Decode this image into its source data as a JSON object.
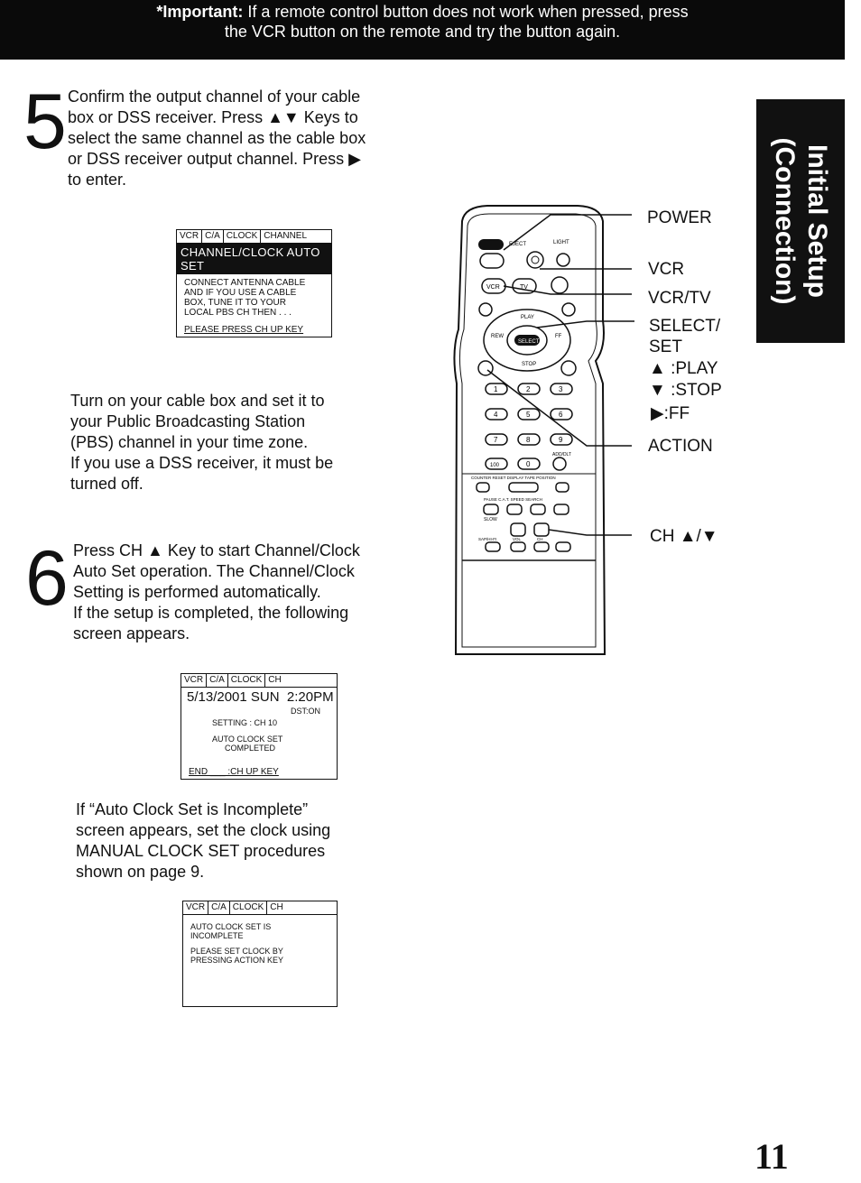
{
  "banner": {
    "important_label": "*Important:",
    "line1_rest": " If a remote control button does not work when pressed, press",
    "line2": "the VCR button on the remote and try the button again."
  },
  "side_tab": {
    "line1": "Initial Setup",
    "line2": "(Connection)"
  },
  "step5": {
    "number": "5",
    "lines": [
      "Confirm the output channel of your cable",
      "box or DSS receiver. Press ▲▼ Keys to",
      "select the same channel as the cable box",
      "or DSS receiver output channel. Press ▶",
      "to enter."
    ]
  },
  "screen1": {
    "tabs": [
      "VCR",
      "C/A",
      "CLOCK",
      "CHANNEL"
    ],
    "heading": "CHANNEL/CLOCK AUTO SET",
    "body": [
      "CONNECT ANTENNA CABLE",
      "AND IF YOU USE A CABLE",
      "BOX, TUNE IT TO YOUR",
      "LOCAL PBS CH THEN . . ."
    ],
    "footer": "PLEASE PRESS CH UP KEY"
  },
  "step5_note": {
    "lines": [
      "Turn on your cable box and set it to",
      "your Public Broadcasting Station",
      "(PBS) channel in your time zone.",
      "If you use a DSS receiver, it must be",
      "turned off."
    ]
  },
  "step6": {
    "number": "6",
    "lines": [
      "Press CH ▲ Key to start Channel/Clock",
      "Auto Set operation. The Channel/Clock",
      "Setting is performed automatically.",
      "If the setup is completed, the following",
      "screen appears."
    ]
  },
  "screen2": {
    "tabs": [
      "VCR",
      "C/A",
      "CLOCK",
      "CH"
    ],
    "datetime": "5/13/2001 SUN  2:20PM",
    "dst": "DST:ON",
    "setting": "SETTING : CH 10",
    "complete": [
      "AUTO CLOCK SET",
      "COMPLETED"
    ],
    "footer": "END ___ :CH UP KEY"
  },
  "incomplete_note": {
    "lines": [
      "If “Auto Clock Set is Incomplete”",
      "screen appears, set the clock using",
      "MANUAL CLOCK SET procedures",
      "shown on page 9."
    ]
  },
  "screen3": {
    "tabs": [
      "VCR",
      "C/A",
      "CLOCK",
      "CH"
    ],
    "body": [
      "AUTO CLOCK SET IS",
      "INCOMPLETE"
    ],
    "body2": [
      "PLEASE SET CLOCK BY",
      "PRESSING ACTION KEY"
    ]
  },
  "remote_labels": {
    "power": "POWER",
    "vcr": "VCR",
    "vcrtv": "VCR/TV",
    "select": "SELECT/",
    "set": "SET",
    "play": "▲ :PLAY",
    "stop": "▼ :STOP",
    "ff": "▶:FF",
    "action": "ACTION",
    "ch": "CH ▲/▼"
  },
  "remote_buttons": {
    "eject": "EJECT",
    "light": "LIGHT",
    "tv": "TV",
    "vcr": "VCR",
    "play": "PLAY",
    "rew": "REW",
    "ff": "FF",
    "stop": "STOP",
    "select": "SELECT",
    "digits": [
      "1",
      "2",
      "3",
      "4",
      "5",
      "6",
      "7",
      "8",
      "9",
      "0"
    ],
    "hundred": "100",
    "add_dlt": "ADD/DLT",
    "row1": "COUNTER RESET  DISPLAY  TAPE POSITION",
    "row2": "PAUSE  C.A.T.  SPEED  SEARCH",
    "slow": "SLOW",
    "vol": "VOL",
    "ch": "CH",
    "sap": "SAP/HI-FI"
  },
  "page_number": "11"
}
